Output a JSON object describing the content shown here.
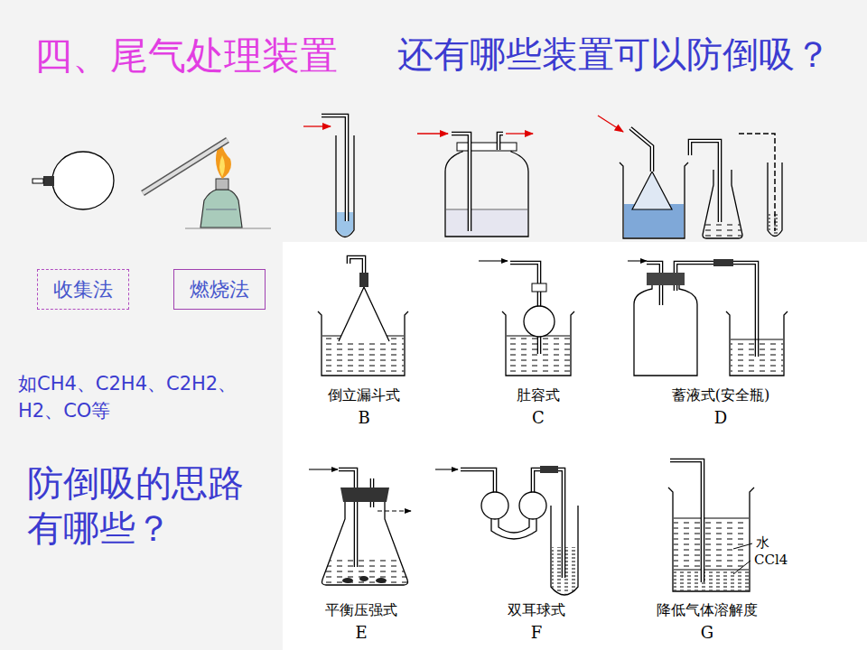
{
  "diagram": {
    "title": "四、尾气处理装置",
    "nodes": [
      {
        "text": [
          "收集法"
        ]
      },
      {
        "text": [
          "燃烧法"
        ]
      }
    ],
    "labels": [
      "还有哪些装置可以防倒吸？",
      "如CH4、C2H4、C2H2、H2、CO等",
      "防倒吸的思路有哪些？",
      "倒立漏斗式",
      "B",
      "肚容式",
      "C",
      "蓄液式(安全瓶)",
      "D",
      "水",
      "CCl4",
      "平衡压强式",
      "E",
      "双耳球式",
      "F",
      "降低气体溶解度",
      "G"
    ]
  }
}
